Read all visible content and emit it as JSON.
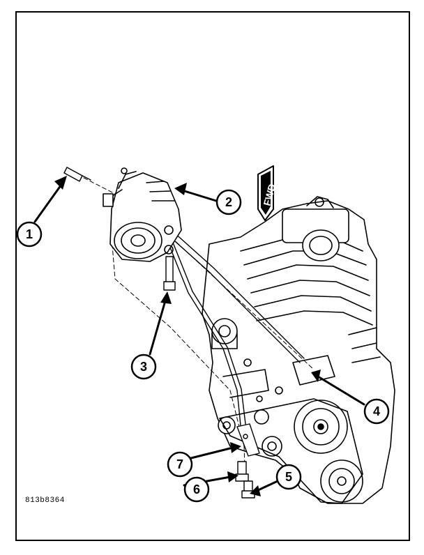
{
  "figure": {
    "reference_code": "813b8364",
    "direction_label": "FWD",
    "callouts": [
      "1",
      "2",
      "3",
      "4",
      "5",
      "6",
      "7"
    ],
    "colors": {
      "line": "#000000",
      "background": "#ffffff"
    }
  }
}
